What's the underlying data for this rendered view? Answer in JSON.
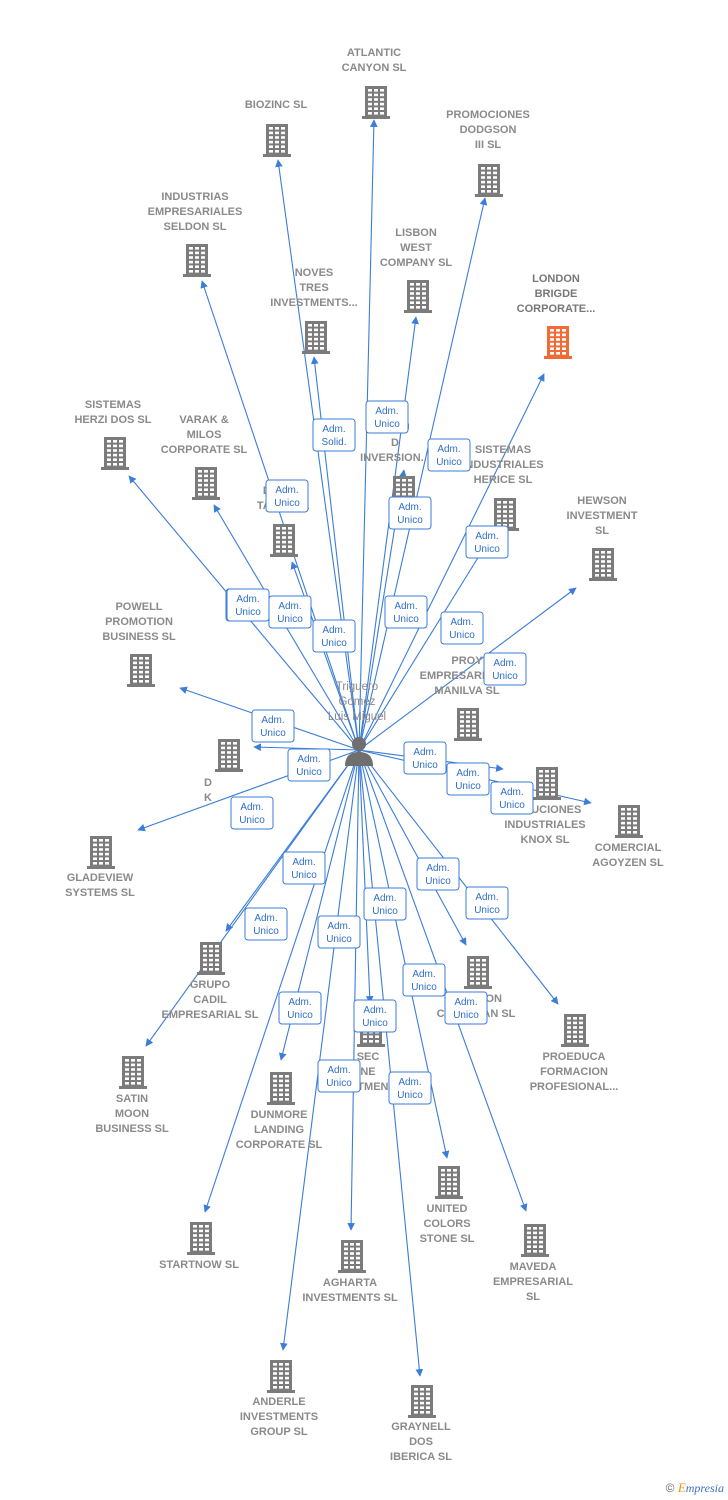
{
  "colors": {
    "edge": "#3b7dd8",
    "building": "#7b7b7b",
    "building_highlight": "#f26a35",
    "label": "#8a8a8a",
    "role_border": "#3b7dd8",
    "role_text": "#2f6fc9"
  },
  "icons": {
    "company": "building-icon",
    "person": "person-icon"
  },
  "person": {
    "lines": [
      "Triguero",
      "Gomez",
      "Luis Miguel"
    ]
  },
  "companies": [
    {
      "id": "atlantic",
      "lines": [
        "ATLANTIC",
        "CANYON SL"
      ],
      "role": [
        "Adm.",
        "Unico"
      ]
    },
    {
      "id": "biozinc",
      "lines": [
        "BIOZINC SL"
      ],
      "role": [
        "Adm.",
        "Unico"
      ]
    },
    {
      "id": "dodgson",
      "lines": [
        "PROMOCIONES",
        "DODGSON",
        "III SL"
      ],
      "role": [
        "Adm.",
        "Unico"
      ]
    },
    {
      "id": "seldon",
      "lines": [
        "INDUSTRIAS",
        "EMPRESARIALES",
        "SELDON SL"
      ],
      "role": [
        "Adm.",
        "Unico"
      ]
    },
    {
      "id": "lisbon",
      "lines": [
        "LISBON",
        "WEST",
        "COMPANY  SL"
      ],
      "role": [
        "Adm.",
        "Unico"
      ]
    },
    {
      "id": "london",
      "lines": [
        "LONDON",
        "BRIGDE",
        "CORPORATE..."
      ],
      "role": [
        "Adm.",
        "Unico"
      ],
      "highlight": true
    },
    {
      "id": "noves",
      "lines": [
        "NOVES",
        "TRES",
        "INVESTMENTS..."
      ],
      "role": [
        "Adm.",
        "Solid."
      ]
    },
    {
      "id": "estudios",
      "lines": [
        "ESTU",
        "D",
        "INVERSION..."
      ],
      "role": [
        "Adm.",
        "Unico"
      ]
    },
    {
      "id": "herzi",
      "lines": [
        "SISTEMAS",
        "HERZI DOS SL"
      ],
      "role": [
        "Adm.",
        "Unico"
      ]
    },
    {
      "id": "varak",
      "lines": [
        "VARAK &",
        "MILOS",
        "CORPORATE SL"
      ],
      "role": [
        "Adm.",
        "Unico"
      ]
    },
    {
      "id": "herice",
      "lines": [
        "SISTEMAS",
        "INDUSTRIALES",
        "HERICE  SL"
      ],
      "role": [
        "Adm.",
        "Unico"
      ]
    },
    {
      "id": "dream",
      "lines": [
        "DREAM",
        "TASTE SL"
      ],
      "role": [
        "Adm.",
        "Unico"
      ]
    },
    {
      "id": "hewson",
      "lines": [
        "HEWSON",
        "INVESTMENT",
        "SL"
      ],
      "role": [
        "Adm.",
        "Unico"
      ]
    },
    {
      "id": "powell",
      "lines": [
        "POWELL",
        "PROMOTION",
        "BUSINESS  SL"
      ],
      "role": [
        "Adm.",
        "Unico"
      ]
    },
    {
      "id": "manilva",
      "lines": [
        "PROY",
        "EMPRESARIALES",
        "MANILVA SL"
      ],
      "role": [
        "Adm.",
        "Unico"
      ]
    },
    {
      "id": "dk",
      "lines": [
        "D",
        "K"
      ],
      "role": [
        "Adm.",
        "Unico"
      ]
    },
    {
      "id": "knox",
      "lines": [
        "SOLUCIONES",
        "INDUSTRIALES",
        "KNOX SL"
      ],
      "role": [
        "Adm.",
        "Unico"
      ]
    },
    {
      "id": "agoyzen",
      "lines": [
        "COMERCIAL",
        "AGOYZEN SL"
      ],
      "role": [
        "Adm.",
        "Unico"
      ]
    },
    {
      "id": "gladeview",
      "lines": [
        "GLADEVIEW",
        "SYSTEMS  SL"
      ],
      "role": [
        "Adm.",
        "Unico"
      ]
    },
    {
      "id": "cadil",
      "lines": [
        "GRUPO",
        "CADIL",
        "EMPRESARIAL SL"
      ],
      "role": [
        "Adm.",
        "Unico"
      ]
    },
    {
      "id": "cowichan",
      "lines": [
        "ORACION",
        "COWICHAN SL"
      ],
      "role": [
        "Adm.",
        "Unico"
      ]
    },
    {
      "id": "proeduca",
      "lines": [
        "PROEDUCA",
        "FORMACION",
        "PROFESIONAL..."
      ],
      "role": [
        "Adm.",
        "Unico"
      ]
    },
    {
      "id": "satin",
      "lines": [
        "SATIN",
        "MOON",
        "BUSINESS SL"
      ],
      "role": [
        "Adm.",
        "Unico"
      ]
    },
    {
      "id": "seco",
      "lines": [
        "SEC",
        "NE",
        "INVESTMENTS..."
      ],
      "role": [
        "Adm.",
        "Unico"
      ]
    },
    {
      "id": "dunmore",
      "lines": [
        "DUNMORE",
        "LANDING",
        "CORPORATE SL"
      ],
      "role": [
        "Adm.",
        "Unico"
      ]
    },
    {
      "id": "united",
      "lines": [
        "UNITED",
        "COLORS",
        "STONE SL"
      ],
      "role": [
        "Adm.",
        "Unico"
      ]
    },
    {
      "id": "maveda",
      "lines": [
        "MAVEDA",
        "EMPRESARIAL",
        "SL"
      ],
      "role": [
        "Adm.",
        "Unico"
      ]
    },
    {
      "id": "startnow",
      "lines": [
        "STARTNOW SL"
      ],
      "role": [
        "Adm.",
        "Unico"
      ]
    },
    {
      "id": "agharta",
      "lines": [
        "AGHARTA",
        "INVESTMENTS SL"
      ],
      "role": [
        "Adm.",
        "Unico"
      ]
    },
    {
      "id": "anderle",
      "lines": [
        "ANDERLE",
        "INVESTMENTS",
        "GROUP SL"
      ],
      "role": [
        "Adm.",
        "Unico"
      ]
    },
    {
      "id": "graynell",
      "lines": [
        "GRAYNELL",
        "DOS",
        "IBERICA  SL"
      ],
      "role": [
        "Adm.",
        "Unico"
      ]
    }
  ],
  "copyright": {
    "symbol": "©",
    "brand_first": "E",
    "brand_rest": "mpresia"
  }
}
